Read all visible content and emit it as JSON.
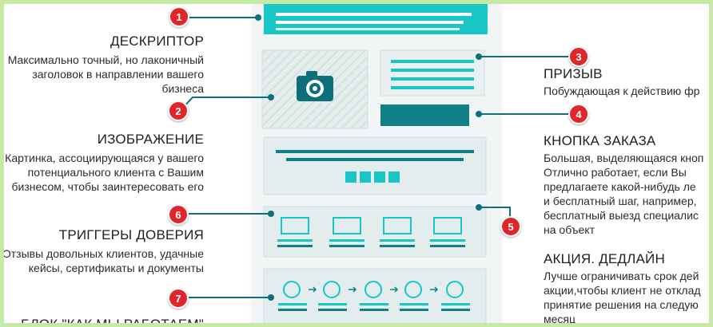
{
  "items": {
    "descriptor": {
      "number": "1",
      "title": "ДЕСКРИПТОР",
      "lines": [
        "Максимально точный, но лаконичный",
        "заголовок в направлении вашего",
        "бизнеса"
      ]
    },
    "image": {
      "number": "2",
      "title": "ИЗОБРАЖЕНИЕ",
      "lines": [
        "Картинка, ассоциирующаяся у вашего",
        "потенциального клиента с Вашим",
        "бизнесом, чтобы заинтересовать его"
      ]
    },
    "call": {
      "number": "3",
      "title": "ПРИЗЫВ",
      "lines": [
        "Побуждающая к действию фр"
      ]
    },
    "order_button": {
      "number": "4",
      "title": "КНОПКА ЗАКАЗА",
      "lines": [
        "Большая, выделяющаяся кноп",
        "Отлично работает, если Вы",
        "предлагаете какой-нибудь ле",
        "и бесплатный шаг, например,",
        "бесплатный выезд специалис",
        "на объект"
      ]
    },
    "promo": {
      "number": "5",
      "title": "АКЦИЯ. ДЕДЛАЙН",
      "lines": [
        "Лучше ограничивать срок дей",
        "акции,чтобы клиент не отклад",
        "принятие решения на следую",
        "месяц"
      ]
    },
    "triggers": {
      "number": "6",
      "title": "ТРИГГЕРЫ ДОВЕРИЯ",
      "lines": [
        "Отзывы довольных клиентов, удачные",
        "кейсы, сертификаты и документы"
      ]
    },
    "how": {
      "number": "7",
      "title": "БЛОК \"КАК МЫ РАБОТАЕМ\""
    }
  },
  "colors": {
    "accent": "#0f7f88",
    "teal": "#19c6c6",
    "badge": "#e0262b",
    "border": "#c6e9a6",
    "panel": "#f1f5f5"
  },
  "icons": {
    "camera": "camera-icon",
    "arrow": "arrow-right-icon"
  }
}
